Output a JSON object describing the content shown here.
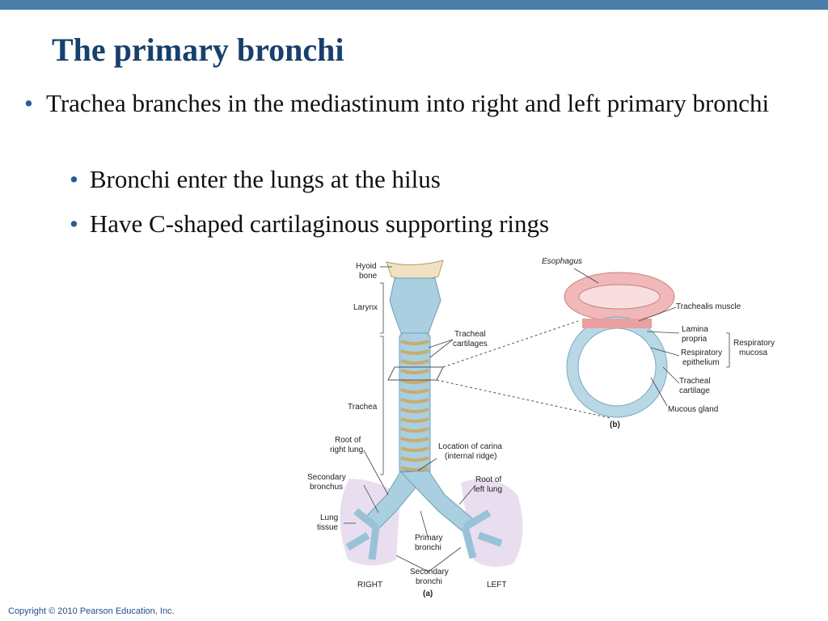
{
  "slide": {
    "title": "The primary bronchi",
    "bullets": [
      {
        "text": "Trachea branches in the mediastinum into right and left primary bronchi"
      },
      {
        "text": "Bronchi enter the lungs at the hilus"
      },
      {
        "text": "Have C-shaped cartilaginous supporting rings"
      }
    ],
    "copyright": "Copyright © 2010 Pearson Education, Inc."
  },
  "figure": {
    "labels": {
      "hyoid_1": "Hyoid",
      "hyoid_2": "bone",
      "larynx": "Larynx",
      "tracheal_cart_1": "Tracheal",
      "tracheal_cart_2": "cartilages",
      "trachea": "Trachea",
      "root_right_1": "Root of",
      "root_right_2": "right lung",
      "secondary_bronchus_1": "Secondary",
      "secondary_bronchus_2": "bronchus",
      "lung_tissue_1": "Lung",
      "lung_tissue_2": "tissue",
      "carina_1": "Location of carina",
      "carina_2": "(internal ridge)",
      "root_left_1": "Root of",
      "root_left_2": "left lung",
      "primary_bronchi_1": "Primary",
      "primary_bronchi_2": "bronchi",
      "secondary_bronchi_1": "Secondary",
      "secondary_bronchi_2": "bronchi",
      "right": "RIGHT",
      "left": "LEFT",
      "panel_a": "(a)",
      "esophagus": "Esophagus",
      "trachealis": "Trachealis muscle",
      "lamina_1": "Lamina",
      "lamina_2": "propria",
      "resp_epi_1": "Respiratory",
      "resp_epi_2": "epithelium",
      "resp_mucosa_1": "Respiratory",
      "resp_mucosa_2": "mucosa",
      "tracheal_cartilage_1": "Tracheal",
      "tracheal_cartilage_2": "cartilage",
      "mucous_gland": "Mucous gland",
      "panel_b": "(b)"
    },
    "colors": {
      "airway": "#a9cfe0",
      "cartilage_ring": "#e9d7a8",
      "esophagus": "#f0b8b8",
      "lung_tissue": "#e2d6ec"
    }
  }
}
